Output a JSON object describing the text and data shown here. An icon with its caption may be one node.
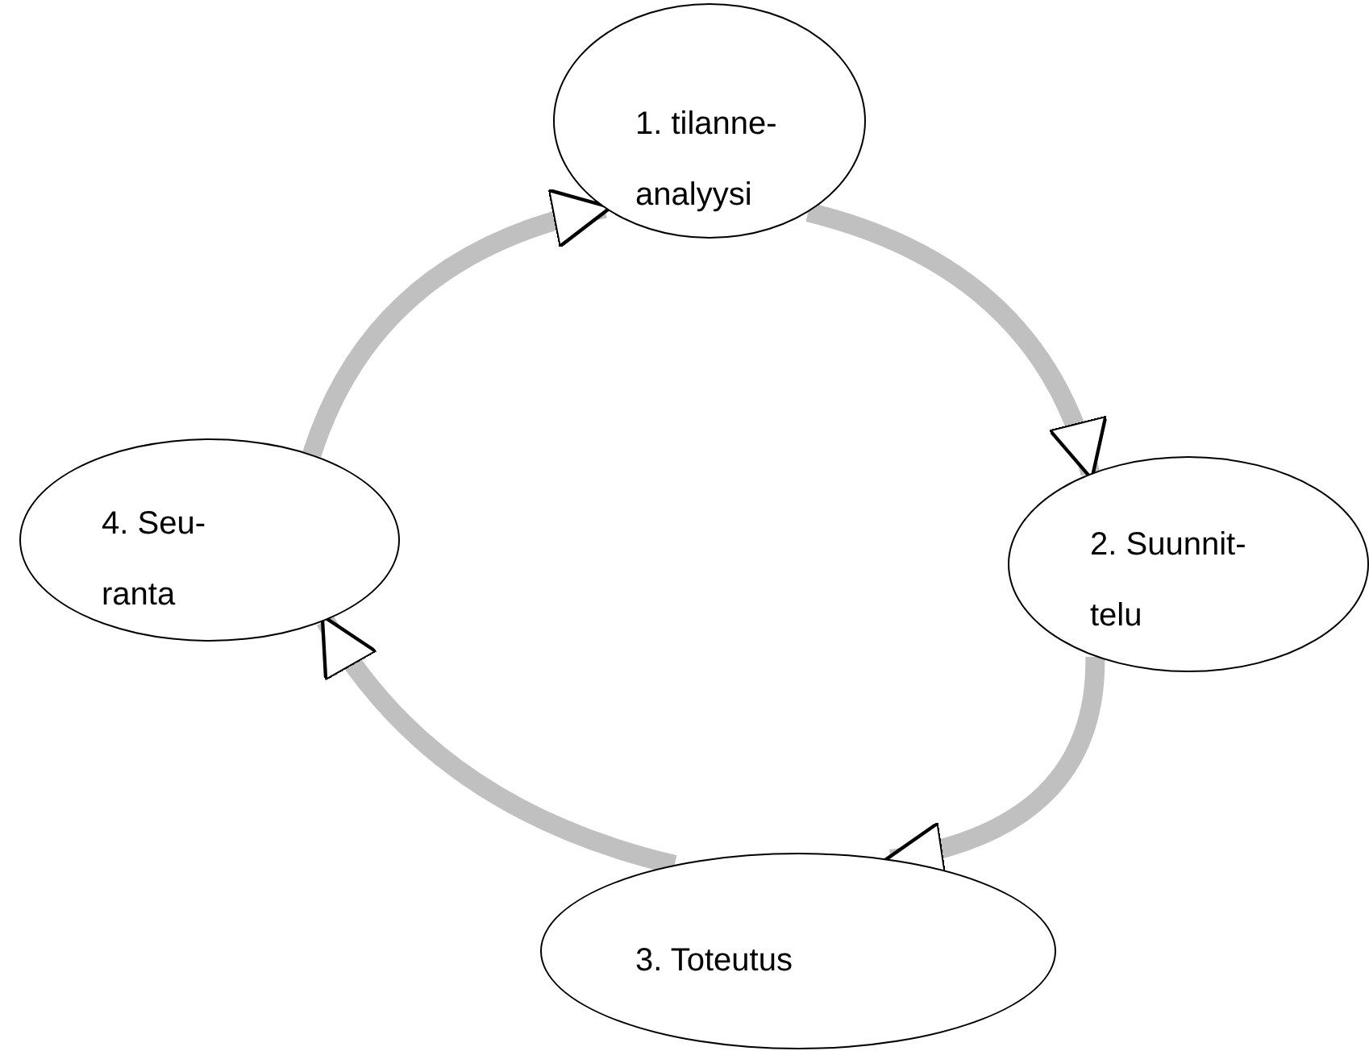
{
  "diagram": {
    "nodes": [
      {
        "text": [
          "1. tilanne- analyysi"
        ]
      },
      {
        "text": [
          "2. Suunnit- telu"
        ]
      },
      {
        "text": [
          "3. Toteutus"
        ]
      },
      {
        "text": [
          "4. Seu- ranta"
        ]
      }
    ],
    "edges": [
      {
        "from": 0,
        "to": 1,
        "arrow": "to"
      },
      {
        "from": 1,
        "to": 2,
        "arrow": "to"
      },
      {
        "from": 2,
        "to": 3,
        "arrow": "to"
      },
      {
        "from": 3,
        "to": 0,
        "arrow": "to"
      }
    ]
  }
}
